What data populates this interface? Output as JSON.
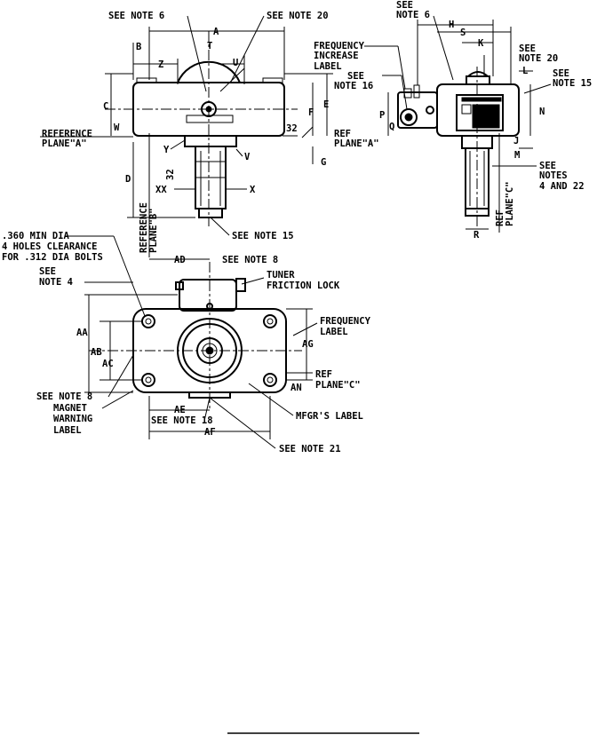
{
  "notes": {
    "see_note_6": "SEE NOTE 6",
    "see_note_20": "SEE NOTE 20",
    "see_note_15": "SEE NOTE 15",
    "see_note_8": "SEE NOTE 8",
    "see_note_18": "SEE NOTE 18",
    "see_note_21": "SEE NOTE 21",
    "see_notes_4_22": [
      "SEE",
      "NOTES",
      "4 AND 22"
    ],
    "see_note_4": [
      "SEE",
      "NOTE 4"
    ],
    "see_note_16": [
      "SEE",
      "NOTE 16"
    ],
    "see_note_6_split": [
      "SEE",
      "NOTE 6"
    ],
    "see_note_20_split": [
      "SEE",
      "NOTE 20"
    ],
    "see_note_15_split": [
      "SEE",
      "NOTE 15"
    ]
  },
  "labels": {
    "reference_plane_a": [
      "REFERENCE",
      "PLANE\"A\""
    ],
    "ref_plane_a": [
      "REF",
      "PLANE\"A\""
    ],
    "reference_plane_b": [
      "REFERENCE",
      "PLANE\"B\""
    ],
    "ref_plane_c_right": [
      "REF",
      "PLANE\"C\""
    ],
    "ref_plane_c_bottom": [
      "REF",
      "PLANE\"C\""
    ],
    "frequency_increase": [
      "FREQUENCY",
      "INCREASE",
      "LABEL"
    ],
    "tuner_friction_lock": [
      "TUNER",
      "FRICTION LOCK"
    ],
    "frequency_label": [
      "FREQUENCY",
      "LABEL"
    ],
    "magnet_warning": [
      "MAGNET",
      "WARNING",
      "LABEL"
    ],
    "mfgr_label": "MFGR'S LABEL",
    "holes_note": [
      ".360 MIN DIA",
      "4 HOLES CLEARANCE",
      "FOR .312 DIA BOLTS"
    ]
  },
  "dims": {
    "A": "A",
    "B": "B",
    "C": "C",
    "D": "D",
    "E": "E",
    "F": "F",
    "G": "G",
    "H": "H",
    "J": "J",
    "K": "K",
    "L": "L",
    "M": "M",
    "N": "N",
    "P": "P",
    "Q": "Q",
    "R": "R",
    "S": "S",
    "T": "T",
    "U": "U",
    "V": "V",
    "W": "W",
    "X": "X",
    "XX": "XX",
    "Y": "Y",
    "Z": "Z",
    "AA": "AA",
    "AB": "AB",
    "AC": "AC",
    "AD": "AD",
    "AE": "AE",
    "AF": "AF",
    "AG": "AG",
    "AN": "AN",
    "angle_32_a": "32",
    "angle_32_b": "32"
  }
}
